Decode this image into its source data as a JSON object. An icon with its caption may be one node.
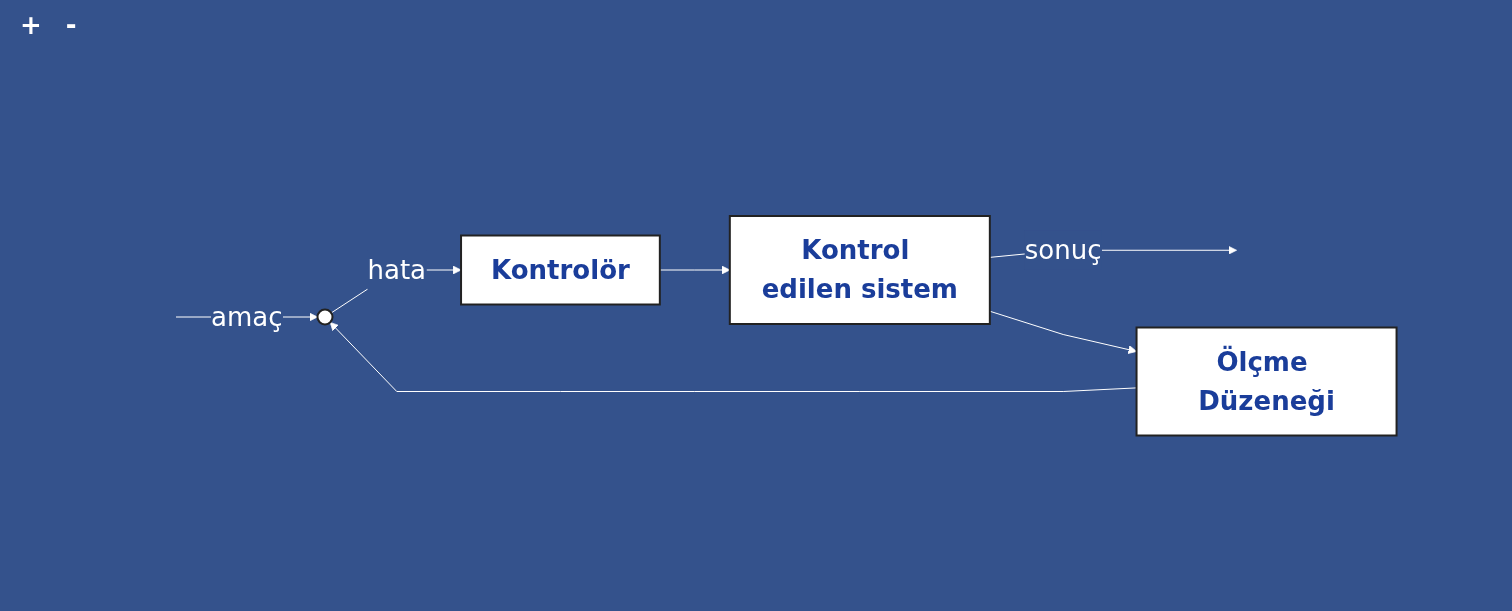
{
  "diagram": {
    "nodes": [
      {
        "text": [],
        "shape": "circle"
      },
      {
        "text": [
          "Kontrolör"
        ]
      },
      {
        "text": [
          "Kontrol edilen sistem"
        ]
      },
      {
        "text": [
          "Ölçme Düzeneği"
        ]
      }
    ],
    "edges": [
      {
        "from": null,
        "to": 0,
        "arrow": "to",
        "label": "amaç"
      },
      {
        "from": 0,
        "to": 1,
        "arrow": "to",
        "label": "hata"
      },
      {
        "from": 1,
        "to": 2,
        "arrow": "to"
      },
      {
        "from": 2,
        "to": null,
        "arrow": "to",
        "label": "sonuç"
      },
      {
        "from": 2,
        "to": 3,
        "arrow": "to"
      },
      {
        "from": 3,
        "to": 0,
        "arrow": "to"
      }
    ],
    "labels": [
      "+",
      "-"
    ]
  }
}
